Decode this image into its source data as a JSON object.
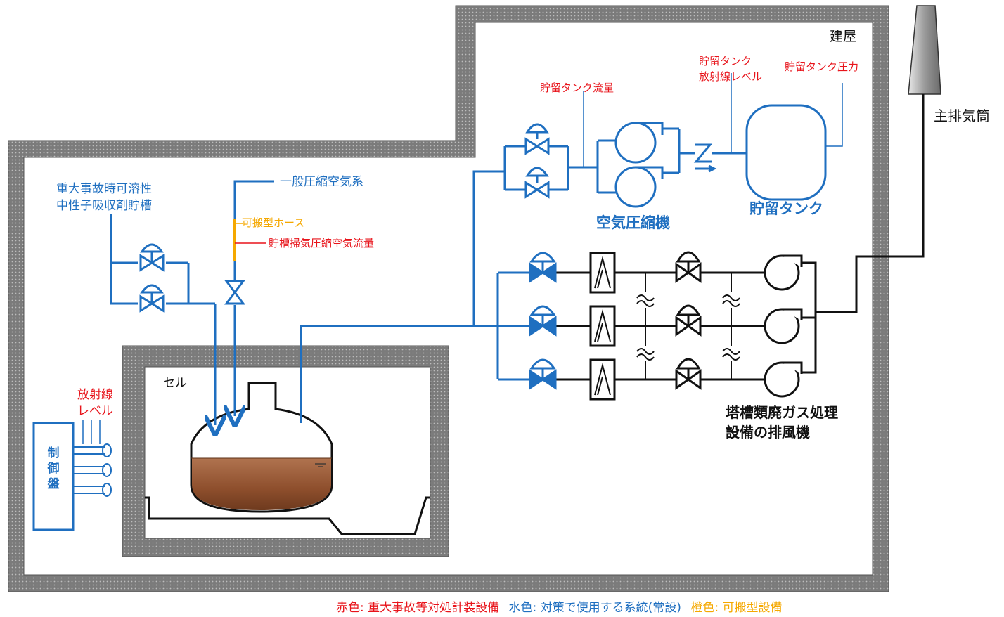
{
  "labels": {
    "building": "建屋",
    "stack": "主排気筒",
    "cell": "セル",
    "absorber_line1": "重大事故時可溶性",
    "absorber_line2": "中性子吸収剤貯槽",
    "general_air": "一般圧縮空気系",
    "portable_hose": "可搬型ホース",
    "sweep_air_flow": "貯槽掃気圧縮空気流量",
    "tank_flow": "貯留タンク流量",
    "tank_rad_line1": "貯留タンク",
    "tank_rad_line2": "放射線レベル",
    "tank_pressure": "貯留タンク圧力",
    "compressor": "空気圧縮機",
    "storage_tank": "貯留タンク",
    "blower_line1": "塔槽類廃ガス処理",
    "blower_line2": "設備の排風機",
    "rad_line1": "放射線",
    "rad_line2": "レベル",
    "panel": "制御盤"
  },
  "legend": {
    "red": "赤色: 重大事故等対処計装設備",
    "blue": "水色: 対策で使用する系統(常設)",
    "orange": "橙色: 可搬型設備"
  },
  "colors": {
    "red": "#e8141b",
    "blue": "#1f6fc0",
    "orange": "#f5a800",
    "black": "#111111",
    "wall": "#7d7d7d",
    "liquid": "#9a5a36"
  }
}
